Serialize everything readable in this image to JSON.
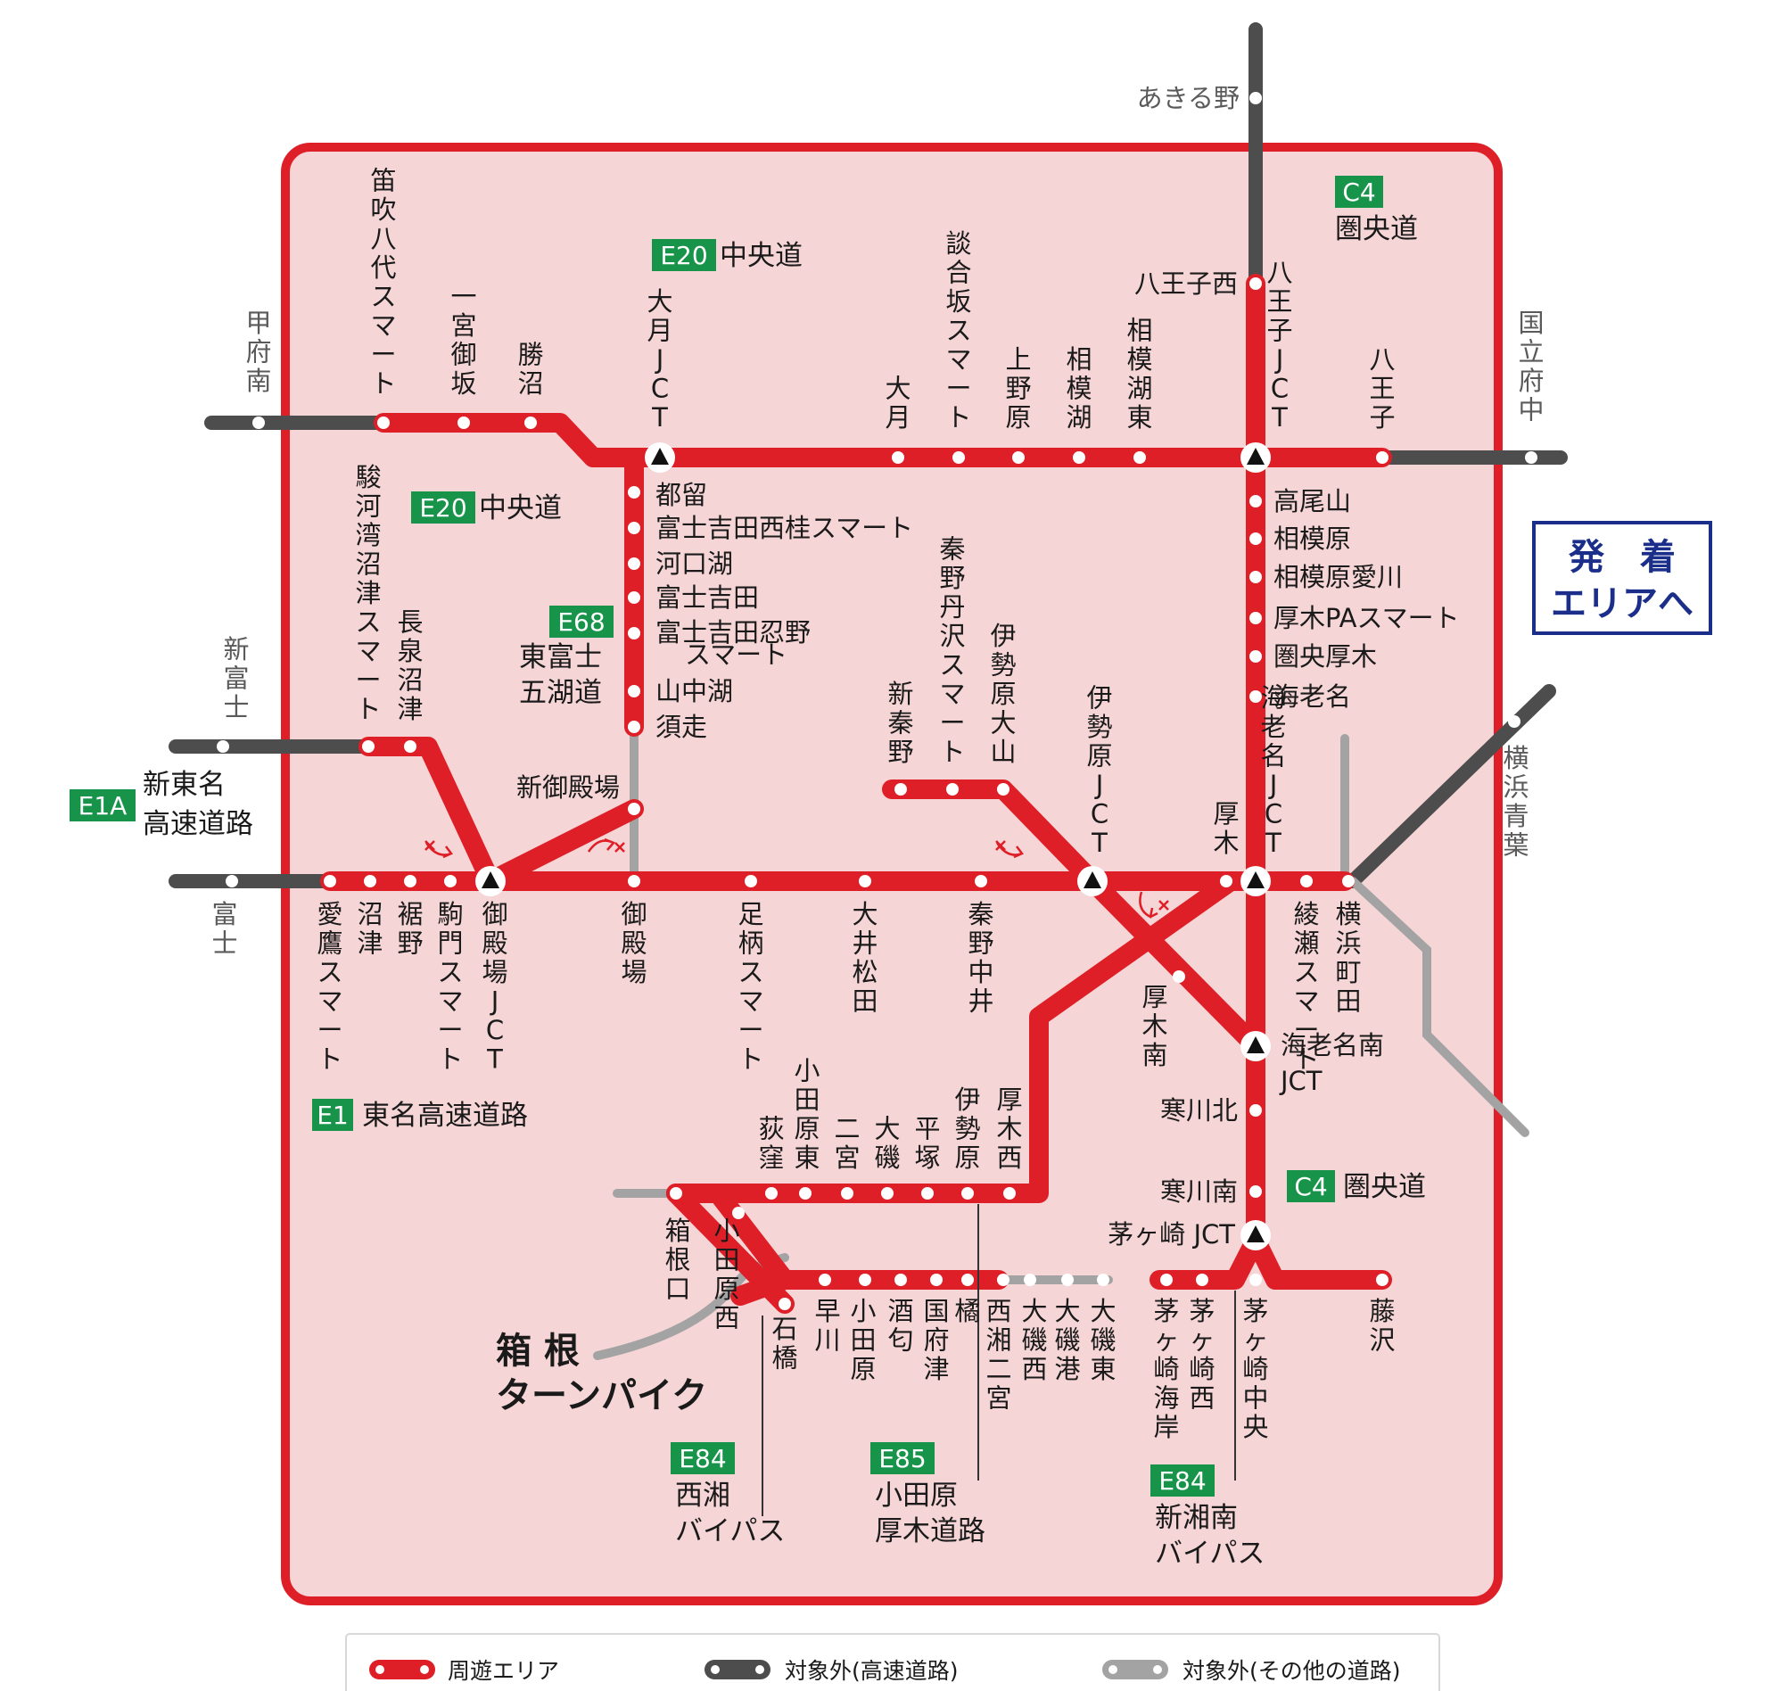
{
  "legend": {
    "area": "周遊エリア",
    "outside_expressway": "対象外(高速道路)",
    "outside_other": "対象外(その他の道路)"
  },
  "arrive_button": {
    "line1": "発　着",
    "line2": "エリアへ"
  },
  "colors": {
    "route": "#df1f27",
    "area_fill": "#f5d5d6",
    "expressway": "#4d4d4d",
    "other_road": "#a3a3a3",
    "badge": "#18944a",
    "arrive": "#1b2e8a"
  },
  "highways": {
    "e20_top": {
      "code": "E20",
      "name": "中央道"
    },
    "e20_mid": {
      "code": "E20",
      "name": "中央道"
    },
    "c4_top": {
      "code": "C4",
      "name": "圏央道"
    },
    "c4_bottom": {
      "code": "C4",
      "name": "圏央道"
    },
    "e68": {
      "code": "E68",
      "name1": "東富士",
      "name2": "五湖道"
    },
    "e1a": {
      "code": "E1A",
      "name1": "新東名",
      "name2": "高速道路"
    },
    "e1": {
      "code": "E1",
      "name": "東名高速道路"
    },
    "e84_west": {
      "code": "E84",
      "name1": "西湘",
      "name2": "バイパス"
    },
    "e85": {
      "code": "E85",
      "name1": "小田原",
      "name2": "厚木道路"
    },
    "e84_east": {
      "code": "E84",
      "name1": "新湘南",
      "name2": "バイパス"
    },
    "turnpike": {
      "name1": "箱 根",
      "name2": "ターンパイク"
    }
  },
  "stations": {
    "akiruno": "あきる野",
    "kofu_minami": "甲府南",
    "kokuritsu_fuchu": "国立府中",
    "shin_fuji": "新富士",
    "fuji": "富士",
    "yokohama_aoba": "横浜青葉",
    "fuefuki": "笛吹八代スマート",
    "ichinomiya": "一宮御坂",
    "katsunuma": "勝沼",
    "otsuki_jct": "大月JCT",
    "otsuki": "大月",
    "dangozaka": "談合坂スマート",
    "uenohara": "上野原",
    "sagamiko": "相模湖",
    "sagamiko_higashi": "相模湖東",
    "hachioji_nishi": "八王子西",
    "hachioji_jct": "八王子JCT",
    "hachioji": "八王子",
    "tsuru": "都留",
    "fujiyoshida_nishikatsura": "富士吉田西桂スマート",
    "kawaguchiko": "河口湖",
    "fujiyoshida": "富士吉田",
    "fujiyoshida_oshino_1": "富士吉田忍野",
    "fujiyoshida_oshino_2": "スマート",
    "yamanakako": "山中湖",
    "subashiri": "須走",
    "takaosan": "高尾山",
    "sagamihara": "相模原",
    "sagamihara_aikawa": "相模原愛川",
    "atsugi_pa": "厚木PAスマート",
    "kenou_atsugi": "圏央厚木",
    "ebina": "海老名",
    "surugawan": "駿河湾沼津スマート",
    "nagaizumi": "長泉沼津",
    "shin_gotemba": "新御殿場",
    "hadano_tanzawa": "秦野丹沢スマート",
    "isehara_oyama": "伊勢原大山",
    "shin_hadano": "新秦野",
    "isehara_jct": "伊勢原JCT",
    "atsugi": "厚木",
    "ebina_jct": "海老名JCT",
    "ashitaka": "愛鷹スマート",
    "numazu": "沼津",
    "susono": "裾野",
    "komakado": "駒門スマート",
    "gotemba_jct": "御殿場JCT",
    "gotemba": "御殿場",
    "ashigara": "足柄スマート",
    "oimatsuda": "大井松田",
    "hadano_nakai": "秦野中井",
    "ayase": "綾瀬スマート",
    "yokohama_machida": "横浜町田",
    "atsugi_minami": "厚木南",
    "ebina_minami_jct_1": "海老名南",
    "ebina_minami_jct_2": "JCT",
    "samukawa_kita": "寒川北",
    "samukawa_minami": "寒川南",
    "chigasaki_jct": "茅ヶ崎 JCT",
    "odawara_higashi": "小田原東",
    "ogikubo": "荻窪",
    "ninomiya": "二宮",
    "oiso": "大磯",
    "hiratsuka": "平塚",
    "isehara": "伊勢原",
    "atsugi_nishi": "厚木西",
    "hakone_guchi": "箱根口",
    "odawara_nishi": "小田原西",
    "ishibashi": "石橋",
    "hayakawa": "早川",
    "odawara": "小田原",
    "sakawa": "酒匂",
    "kozu": "国府津",
    "tachibana": "橘",
    "nishisho_ninomiya": "西湘二宮",
    "oiso_nishi": "大磯西",
    "oiso_ko": "大磯港",
    "oiso_higashi": "大磯東",
    "chigasaki_kaigan": "茅ヶ崎海岸",
    "chigasaki_nishi": "茅ヶ崎西",
    "chigasaki_chuo": "茅ヶ崎中央",
    "fujisawa": "藤沢"
  }
}
